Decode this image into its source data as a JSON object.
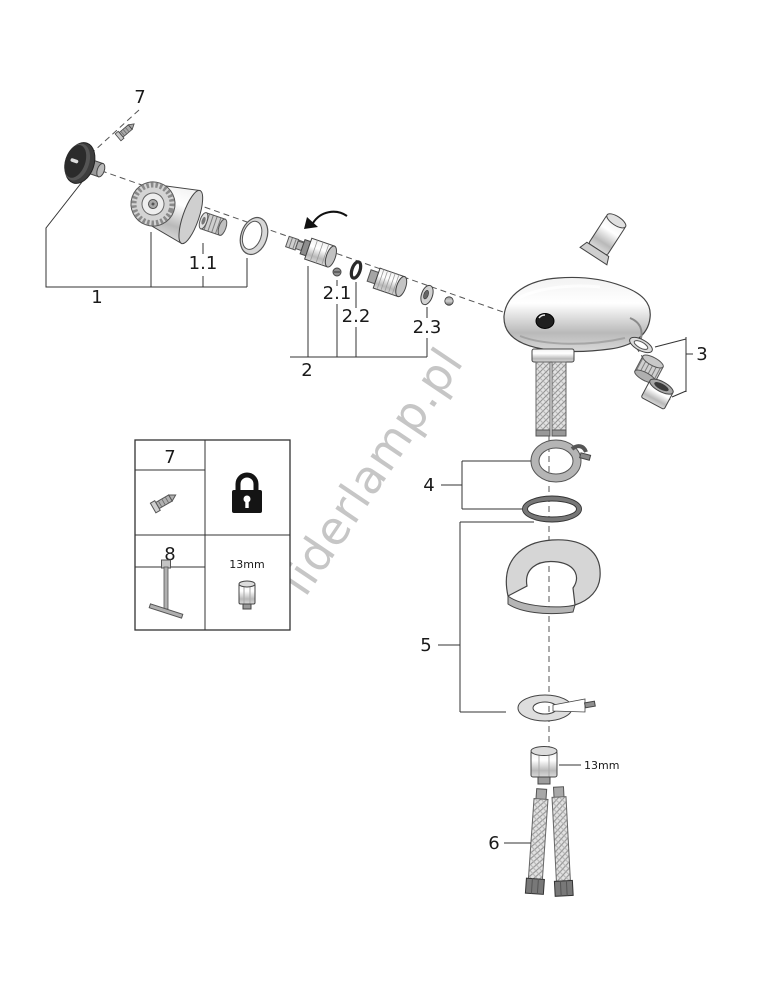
{
  "watermark": "liderlamp.pl",
  "callouts": {
    "screw_top": "7",
    "handle": "1",
    "handle_parts": "1.1",
    "cartridge": "2",
    "cartridge_screw": "2.1",
    "cartridge_oring": "2.2",
    "cartridge_washer": "2.3",
    "aerator": "3",
    "clamp": "4",
    "mounting": "5",
    "hoses": "6",
    "nut_size": "13mm"
  },
  "legend": {
    "screw_row": "7",
    "tool_row": "8",
    "tool_size": "13mm"
  },
  "icons": {
    "padlock": "padlock",
    "screw": "screw",
    "socket_wrench": "socket-wrench",
    "hex_bit": "hex-bit",
    "rotation_arrow": "rotation-arrow"
  }
}
